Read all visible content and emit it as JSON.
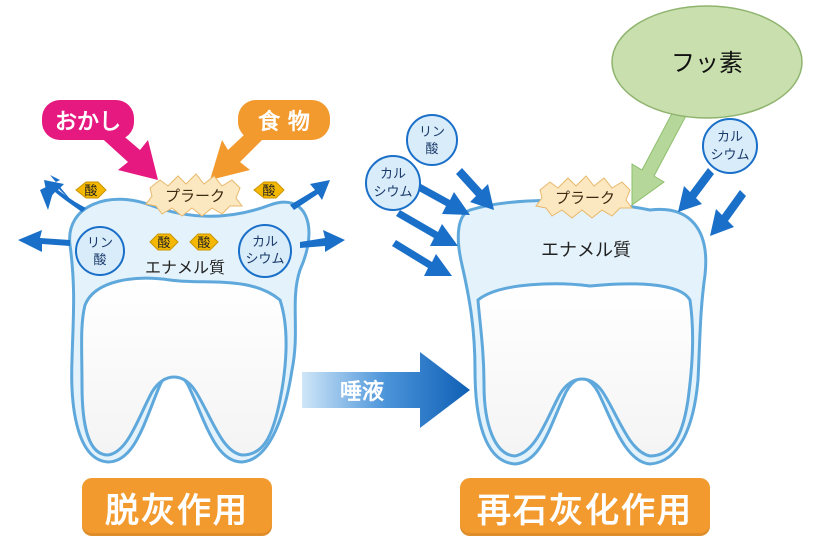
{
  "left": {
    "oyatsu": "おかし",
    "shokumotsu": "食 物",
    "plaque": "プラーク",
    "acid": "酸",
    "phosphate": [
      "リン",
      "酸"
    ],
    "calcium": [
      "カル",
      "シウム"
    ],
    "enamel": "エナメル質",
    "caption": "脱灰作用"
  },
  "middle": {
    "saliva": "唾液"
  },
  "right": {
    "fluoride": "フッ素",
    "phosphate": [
      "リン",
      "酸"
    ],
    "calcium_left": [
      "カル",
      "シウム"
    ],
    "calcium_right": [
      "カル",
      "シウム"
    ],
    "plaque": "プラーク",
    "enamel": "エナメル質",
    "caption": "再石灰化作用"
  },
  "colors": {
    "blue_arrow": "#1a6fc8",
    "pink": "#e5197f",
    "orange": "#f29a2e",
    "acid_hex": "#f5b800",
    "fluoride_cloud": "#c9dfae",
    "fluoride_arrow": "#b6d79a",
    "enamel_fill": "#e4f2fb",
    "tooth_outline": "#5fa8dc"
  }
}
